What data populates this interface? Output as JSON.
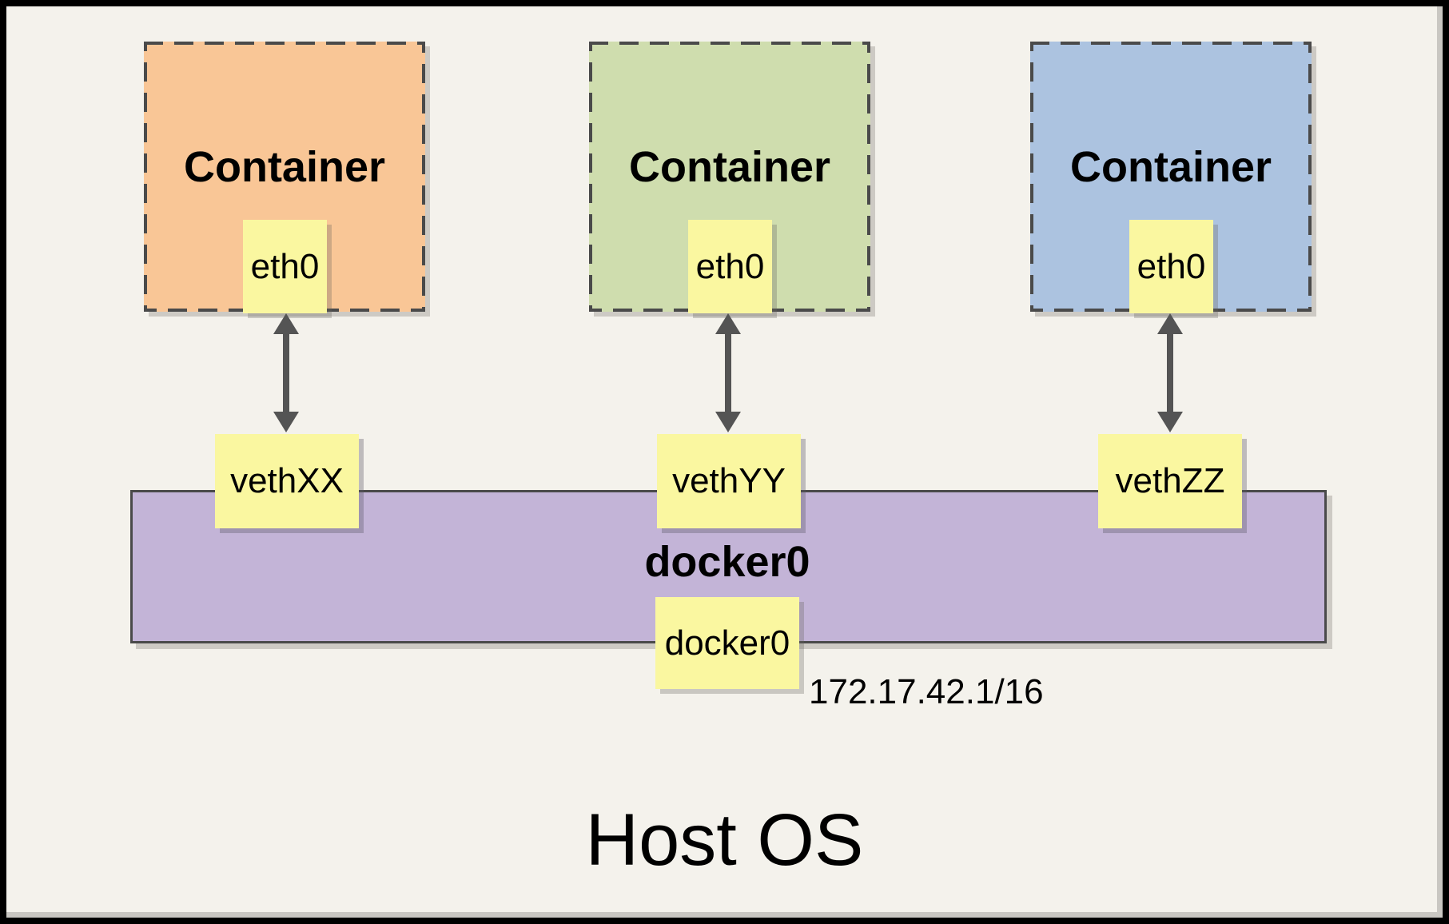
{
  "diagram": {
    "host_label": "Host OS",
    "containers": [
      {
        "label": "Container",
        "interface": "eth0",
        "veth": "vethXX",
        "color": "#F9C696"
      },
      {
        "label": "Container",
        "interface": "eth0",
        "veth": "vethYY",
        "color": "#CFDDAE"
      },
      {
        "label": "Container",
        "interface": "eth0",
        "veth": "vethZZ",
        "color": "#ACC3E0"
      }
    ],
    "bridge": {
      "name_label": "docker0",
      "interface_label": "docker0",
      "ip": "172.17.42.1/16",
      "color": "#C3B4D7"
    },
    "colors": {
      "page_background": "#F4F2EC",
      "frame_border": "#000000",
      "dashed_border": "#4A4A4A",
      "interface_box_yellow": "#FAF7A0",
      "bridge_purple": "#C3B4D7",
      "bridge_border": "#4A4A4A",
      "arrow_gray": "#545454",
      "text": "#000000"
    }
  }
}
